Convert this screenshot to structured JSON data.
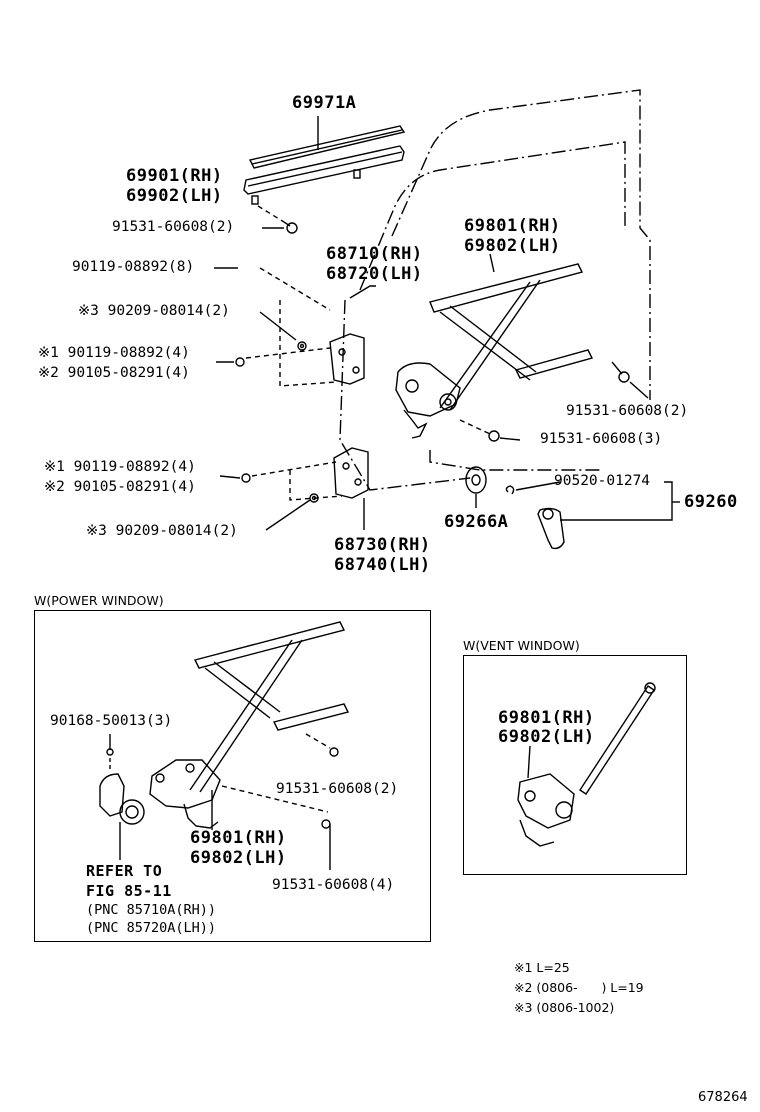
{
  "labels": {
    "p69971a": "69971A",
    "p69901": "69901(RH)",
    "p69902": "69902(LH)",
    "p91531_a": "91531-60608(2)",
    "p90119_a": "90119-08892(8)",
    "p68710": "68710(RH)",
    "p68720": "68720(LH)",
    "p69801_a": "69801(RH)",
    "p69802_a": "69802(LH)",
    "p90209_a": "※3 90209-08014(2)",
    "p90119_b": "※1 90119-08892(4)",
    "p90105_a": "※2 90105-08291(4)",
    "p91531_b": "91531-60608(2)",
    "p91531_c": "91531-60608(3)",
    "p90119_c": "※1 90119-08892(4)",
    "p90105_b": "※2 90105-08291(4)",
    "p90520": "90520-01274",
    "p69260": "69260",
    "p90209_b": "※3 90209-08014(2)",
    "p69266a": "69266A",
    "p68730": "68730(RH)",
    "p68740": "68740(LH)"
  },
  "power_window": {
    "caption": "W(POWER WINDOW)",
    "p90168": "90168-50013(3)",
    "p91531_d": "91531-60608(2)",
    "p69801": "69801(RH)",
    "p69802": "69802(LH)",
    "p91531_e": "91531-60608(4)",
    "refer1": "REFER TO",
    "refer2": "FIG 85-11",
    "pnc1": "(PNC 85710A(RH))",
    "pnc2": "(PNC 85720A(LH))"
  },
  "vent_window": {
    "caption": "W(VENT WINDOW)",
    "p69801": "69801(RH)",
    "p69802": "69802(LH)"
  },
  "notes": {
    "n1": "※1 L=25",
    "n2": "※2 (0806-      ) L=19",
    "n3": "※3 (0806-1002)"
  },
  "figure_number": "678264"
}
